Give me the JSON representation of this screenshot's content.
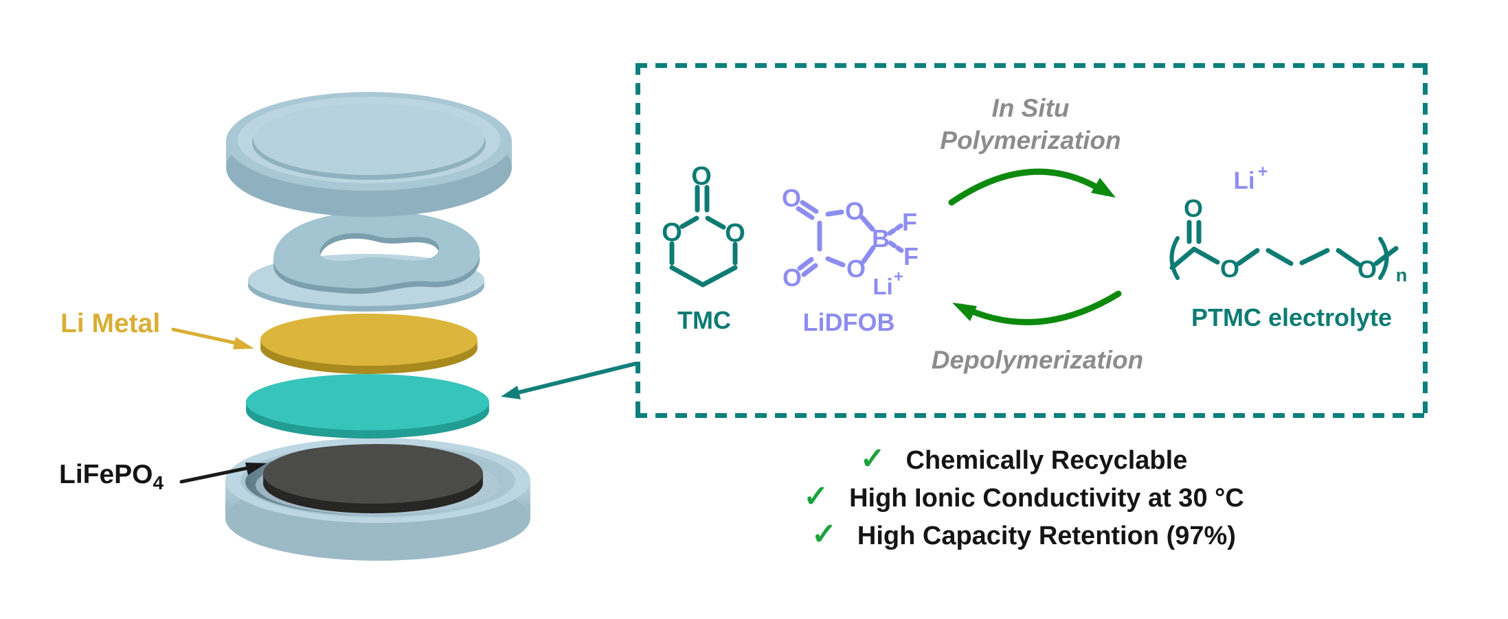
{
  "coin_cell": {
    "li_metal_label": "Li Metal",
    "cathode_formula": "LiFePO",
    "cathode_subscript": "4"
  },
  "reaction_box": {
    "in_situ_line1": "In Situ",
    "in_situ_line2": "Polymerization",
    "depolymerization": "Depolymerization",
    "molecules": {
      "tmc": {
        "label": "TMC",
        "atoms": {
          "carbonyl_o": "O",
          "left_o": "O",
          "right_o": "O"
        }
      },
      "lidfob": {
        "label": "LiDFOB",
        "atoms": {
          "o_top_left": "O",
          "o_ring_top": "O",
          "o_bottom_left": "O",
          "o_ring_bottom": "O",
          "boron": "B",
          "f_top": "F",
          "f_bottom": "F",
          "li": "Li",
          "charge": "+"
        }
      },
      "ptmc": {
        "label": "PTMC electrolyte",
        "cation": "Li",
        "cation_charge": "+",
        "atoms": {
          "carbonyl_o": "O",
          "ester_o": "O",
          "right_o": "O",
          "repeat_subscript": "n"
        }
      }
    }
  },
  "highlights": [
    {
      "mark": "✓",
      "text": "Chemically Recyclable"
    },
    {
      "mark": "✓",
      "text": "High Ionic Conductivity at 30 °C"
    },
    {
      "mark": "✓",
      "text": "High Capacity Retention (97%)"
    }
  ],
  "colors": {
    "structure_teal": "#0e7b73",
    "lidfob_purple": "#8d8df0",
    "cycle_arrow_green": "#0d8a0d",
    "check_green": "#1ca23d",
    "li_gold": "#d9ae33",
    "electrolyte_teal": "#37c4ba",
    "gray_label": "#8c8c8c",
    "dash_border_teal": "#0b7f7c"
  }
}
